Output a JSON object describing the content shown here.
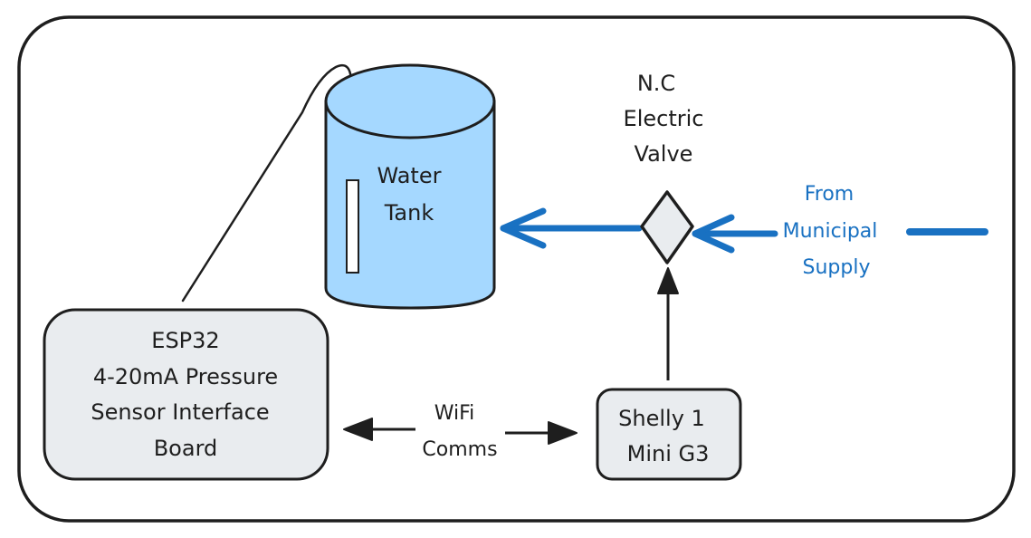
{
  "colors": {
    "stroke": "#1e1e1e",
    "tank_fill": "#a5d8ff",
    "box_fill": "#e9ecef",
    "flow": "#1971c2",
    "background": "#ffffff"
  },
  "tank": {
    "line1": "Water",
    "line2": "Tank"
  },
  "valve": {
    "line1": "N.C",
    "line2": "Electric",
    "line3": "Valve"
  },
  "supply": {
    "line1": "From",
    "line2": "Municipal",
    "line3": "Supply"
  },
  "esp32": {
    "line1": "ESP32",
    "line2": "4-20mA Pressure",
    "line3": "Sensor Interface",
    "line4": "Board"
  },
  "comms": {
    "line1": "WiFi",
    "line2": "Comms"
  },
  "shelly": {
    "line1": "Shelly 1",
    "line2": "Mini G3"
  }
}
